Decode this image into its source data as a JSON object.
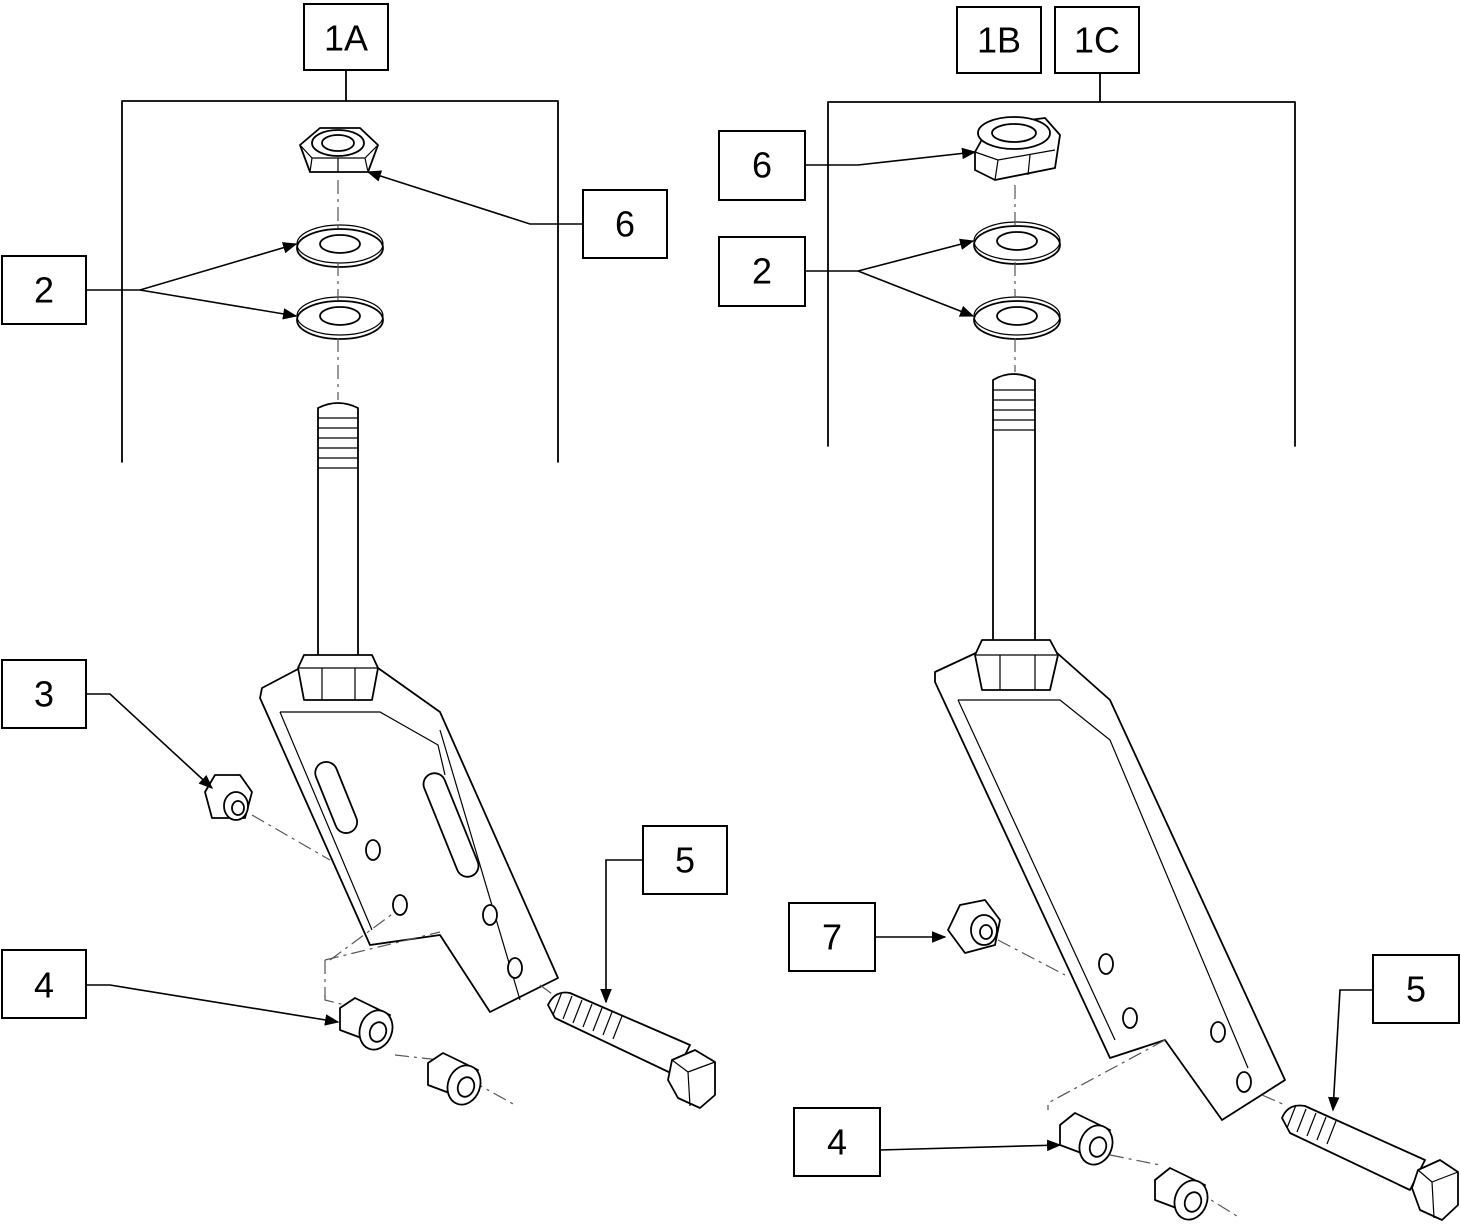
{
  "callouts": {
    "left": {
      "assembly": "1A",
      "nut_top": "6",
      "washers": "2",
      "locknut": "3",
      "spacers": "4",
      "bolt": "5"
    },
    "right": {
      "assembly_b": "1B",
      "assembly_c": "1C",
      "nut_top": "6",
      "washers": "2",
      "locknut": "7",
      "spacers": "4",
      "bolt": "5"
    }
  },
  "colors": {
    "line": "#000000",
    "background": "#ffffff",
    "centerline": "#555555"
  }
}
